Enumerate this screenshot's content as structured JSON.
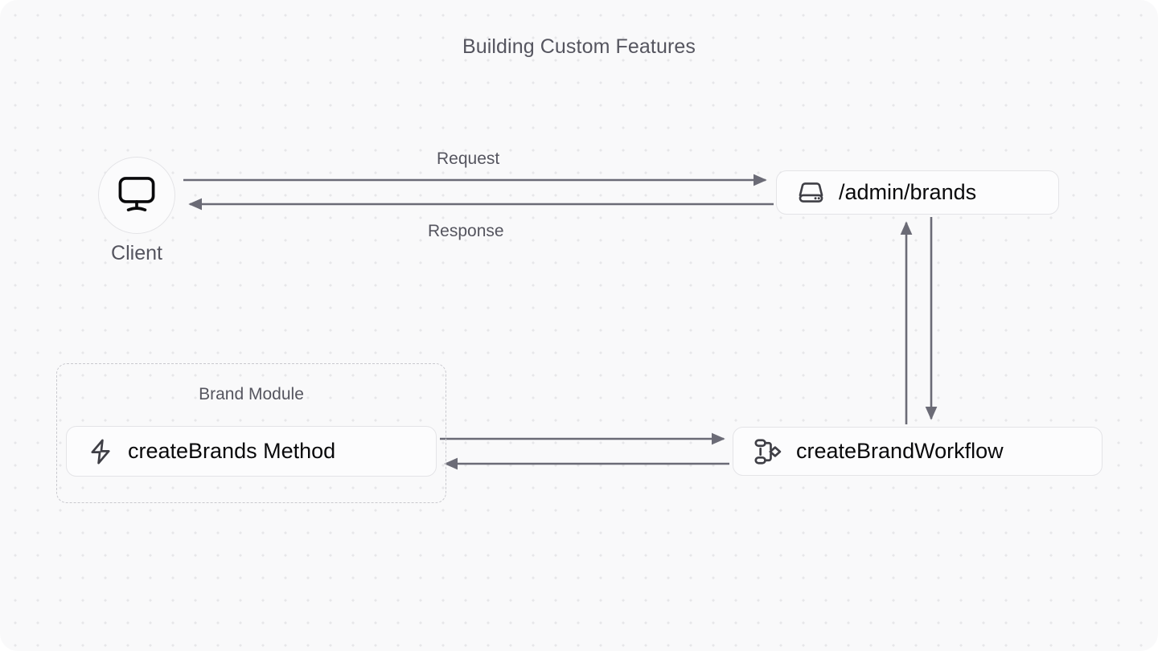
{
  "diagram": {
    "title": "Building Custom Features",
    "background": {
      "canvas_color": "#f9f9fa",
      "dot_color": "#e7e7e9",
      "page_color": "#ffffff"
    },
    "colors": {
      "node_fill": "#fcfcfd",
      "node_border": "#e4e4e7",
      "node_text": "#09090b",
      "muted_text": "#55555f",
      "connector": "#6b6b76",
      "icon_dark": "#3f3f46",
      "group_border": "#c9c9ce"
    }
  },
  "nodes": {
    "client": {
      "label": "Client",
      "icon": "monitor-icon",
      "shape": "circle"
    },
    "endpoint": {
      "label": "/admin/brands",
      "icon": "server-icon",
      "shape": "rounded-box"
    },
    "method": {
      "label": "createBrands Method",
      "icon": "lightning-bolt-icon",
      "shape": "rounded-box"
    },
    "workflow": {
      "label": "createBrandWorkflow",
      "icon": "workflow-icon",
      "shape": "rounded-box"
    }
  },
  "groups": {
    "brand_module": {
      "label": "Brand Module",
      "style": "dashed"
    }
  },
  "edges": [
    {
      "id": "client-to-endpoint",
      "label": "Request",
      "from": "client",
      "to": "endpoint",
      "direction": "right"
    },
    {
      "id": "endpoint-to-client",
      "label": "Response",
      "from": "endpoint",
      "to": "client",
      "direction": "left"
    },
    {
      "id": "workflow-to-endpoint",
      "label": "",
      "from": "workflow",
      "to": "endpoint",
      "direction": "up"
    },
    {
      "id": "endpoint-to-workflow",
      "label": "",
      "from": "endpoint",
      "to": "workflow",
      "direction": "down"
    },
    {
      "id": "method-to-workflow",
      "label": "",
      "from": "method",
      "to": "workflow",
      "direction": "right"
    },
    {
      "id": "workflow-to-method",
      "label": "",
      "from": "workflow",
      "to": "method",
      "direction": "left"
    }
  ]
}
